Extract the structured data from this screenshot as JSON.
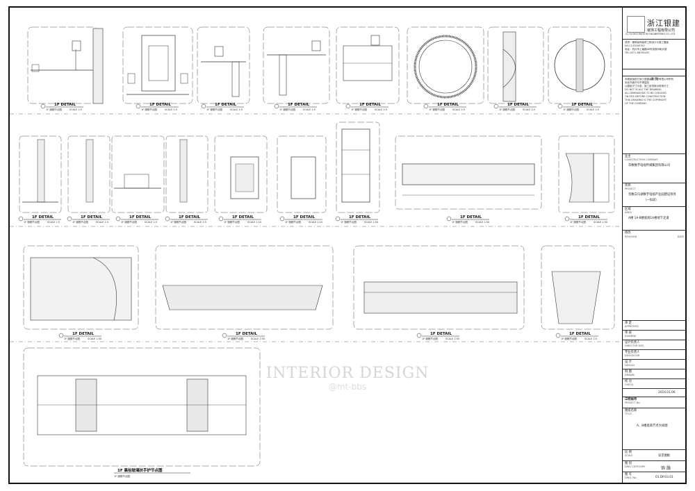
{
  "detail_caption": "1F DETAIL",
  "detail_sub": "1F 服務节点图",
  "scale_label": "SCALE",
  "scale_values": [
    "1:5",
    "1:5",
    "1:5",
    "1:5",
    "1:5",
    "1:5",
    "1:5",
    "1:5",
    "1:5",
    "1:5",
    "1:5",
    "1:5",
    "1:10",
    "1:10",
    "1:50",
    "1:50",
    "1:50",
    "1:50",
    "1:50",
    "1:50",
    "1:5"
  ],
  "bottom_caption": "1F 晨抬玻璃扶手护节点图",
  "bottom_sub": "1F 服務节点图",
  "watermark": {
    "line1": "INTERIOR DESIGN",
    "line2": "@mt-bbs"
  },
  "titleblock": {
    "company_cn": "浙江银建",
    "company_sub": "装饰工程有限公司",
    "company_en": "Z.J.Y.J DECORATION ENGINEERING CO.,LTD",
    "cert_lines": [
      "资质：建筑装饰装修工程设计与施工壹级",
      "NO.C133000767",
      "地址：杭州市上塘路88号浙报印刷大楼",
      "TEL:0571-88765432"
    ],
    "notes_title": "说  明",
    "notes_lines": [
      "本图纸版权归浙江银建装饰工程有限公司所有",
      "未经书面许可不得复制",
      "以图纸尺寸为准，施工前须核对现场尺寸",
      "DO NOT SCALE THE DRAWING",
      "ALL DIMENSIONS TO BE CHECKED",
      "ON SITE BEFORE CONSTRUCTION",
      "THIS DRAWING IS THE COPYRIGHT",
      "OF THE COMPANY"
    ],
    "client_label": "业主",
    "client_label_en": "CONSTRUCTION COMPANY",
    "client_value": "华数数字电视传媒集团有限公司",
    "project_label": "项目",
    "project_label_en": "PROJECT",
    "project_value": "华数白马湖数字电视产业园建设项目",
    "project_value2": "（一标段）",
    "area_label": "区域",
    "area_label_en": "AREA",
    "area_value": "A楼 1A-B楼底商1A楼地下走道",
    "revision_label": "修改",
    "revision_en": "REVISION",
    "date_en": "DATE",
    "rows": [
      {
        "cn": "审  定",
        "en": "APPROVED"
      },
      {
        "cn": "审  核",
        "en": "EXAMINE"
      },
      {
        "cn": "设计负责人",
        "en": "DIRECTOR DES"
      },
      {
        "cn": "专业负责人",
        "en": "DESIGN DIR"
      },
      {
        "cn": "设  计",
        "en": "DESIGN"
      },
      {
        "cn": "制  图",
        "en": "DRAWN"
      },
      {
        "cn": "校  对",
        "en": "CHECK"
      }
    ],
    "date_label": "出图日期",
    "date_value": "2016.01.06",
    "project_no_label": "工程编号",
    "project_no_en": "PROJECT No.",
    "drawing_name_label": "图纸名称",
    "drawing_name_en": "TITLE",
    "drawing_name_value": "A、B楼底商节点大样图",
    "scale_row_label": "比  例",
    "scale_row_en": "SCALE",
    "scale_row_value": "详见图框",
    "category_label": "图  别",
    "category_en": "DWG CATEGORY",
    "category_value": "饰 施",
    "drawing_no_label": "图  号",
    "drawing_no_en": "DWG. No.",
    "drawing_no_value": "01.DP.03.01"
  }
}
